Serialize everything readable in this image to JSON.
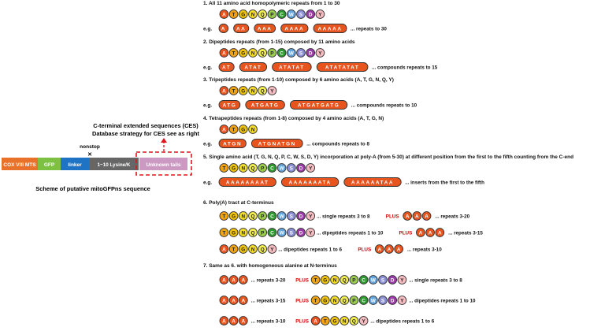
{
  "colors": {
    "A": "#e8541e",
    "T": "#f2a212",
    "G": "#f0c20c",
    "N": "#f4dd28",
    "Q": "#f2ee50",
    "P": "#9acd4a",
    "C": "#2f9a2f",
    "W": "#63a4dd",
    "S": "#8a8fd6",
    "D": "#9b3aa8",
    "Y": "#f4bcc0",
    "cox": "#e8722a",
    "gfp": "#7dc142",
    "linker": "#1f73c4",
    "lys": "#666666",
    "unknown": "#cc99c2",
    "dashed": "#e0141e",
    "plus": "#d00000"
  },
  "construct": {
    "segments": [
      "COX VIII MTS",
      "GFP",
      "linker",
      "1~10 Lysine/K",
      "Unknown tails"
    ],
    "nonstop": "nonstop",
    "ces_title": "C-terminal extended sequences (CES)",
    "ces_sub": "Database strategy for CES see as right",
    "caption": "Scheme of putative mitoGFPns sequence"
  },
  "sections": [
    {
      "title": "1. All 11 amino acid homopolymeric repeats from 1 to 30",
      "row1": [
        "A",
        "T",
        "G",
        "N",
        "Q",
        "P",
        "C",
        "W",
        "S",
        "D",
        "Y"
      ],
      "eg": "e.g.",
      "groups": [
        "A",
        "AA",
        "AAA",
        "AAAA",
        "AAAAA"
      ],
      "suffix": "... repeats to 30"
    },
    {
      "title": "2. Dipeptides repeats (from 1-15) composed by 11 amino acids",
      "row1": [
        "A",
        "T",
        "G",
        "N",
        "Q",
        "P",
        "C",
        "W",
        "S",
        "D",
        "Y"
      ],
      "eg": "e.g.",
      "groups": [
        "AT",
        "ATAT",
        "ATATAT",
        "ATATATAT"
      ],
      "suffix": "... compounds repeats to 15"
    },
    {
      "title": "3. Tripeptides repeats (from 1-10) composed by 6 amino acids (A, T, G, N, Q, Y)",
      "row1": [
        "A",
        "T",
        "G",
        "N",
        "Q",
        "Y"
      ],
      "eg": "e.g.",
      "groups": [
        "ATG",
        "ATGATG",
        "ATGATGATG"
      ],
      "suffix": "... compounds repeats to 10"
    },
    {
      "title": "4. Tetrapeptides repeats (from 1-8) composed by 4 amino acids (A, T, G, N)",
      "row1": [
        "A",
        "T",
        "G",
        "N"
      ],
      "eg": "e.g.",
      "groups": [
        "ATGN",
        "ATGNATGN"
      ],
      "suffix": "... compounds repeats to 8"
    },
    {
      "title": "5. Single amino acid (T, G, N, Q, P, C, W, S, D, Y) incorporation at poly-A (from 5-30) at different position from the first to the fifth counting from the C-end",
      "row1": [
        "T",
        "G",
        "N",
        "Q",
        "P",
        "C",
        "W",
        "S",
        "D",
        "Y"
      ],
      "eg": "e.g.",
      "groups": [
        "AAAAAAAAT",
        "AAAAAAATA",
        "AAAAAATAA"
      ],
      "suffix": "... inserts from the first to the fifth"
    }
  ],
  "section6": {
    "title": "6. Poly(A) tract at C-terminus",
    "rows": [
      {
        "aa": [
          "T",
          "G",
          "N",
          "Q",
          "P",
          "C",
          "W",
          "S",
          "D",
          "Y"
        ],
        "mid": "... single repeats 3 to 8",
        "plus": "PLUS",
        "tail": "... repeats 3-20"
      },
      {
        "aa": [
          "T",
          "G",
          "N",
          "Q",
          "P",
          "C",
          "W",
          "S",
          "D",
          "Y"
        ],
        "mid": "... dipeptides repeats 1 to 10",
        "plus": "PLUS",
        "tail": "... repeats 3-15"
      },
      {
        "aa": [
          "A",
          "T",
          "G",
          "N",
          "Q",
          "Y"
        ],
        "mid": "... dipeptides repeats 1 to 6",
        "plus": "PLUS",
        "tail": "... repeats 3-10"
      }
    ]
  },
  "section7": {
    "title": "7. Same as 6. with homogeneous alanine at N-terminus",
    "rows": [
      {
        "head": "... repeats 3-20",
        "plus": "PLUS",
        "aa": [
          "T",
          "G",
          "N",
          "Q",
          "P",
          "C",
          "W",
          "S",
          "D",
          "Y"
        ],
        "tail": "... single repeats 3 to 8"
      },
      {
        "head": "... repeats 3-15",
        "plus": "PLUS",
        "aa": [
          "T",
          "G",
          "N",
          "Q",
          "P",
          "C",
          "W",
          "S",
          "D",
          "Y"
        ],
        "tail": "... dipeptides repeats 1 to 10"
      },
      {
        "head": "... repeats 3-10",
        "plus": "PLUS",
        "aa": [
          "A",
          "T",
          "G",
          "N",
          "Q",
          "Y"
        ],
        "tail": "... dipeptides repeats 1 to 6"
      }
    ]
  }
}
